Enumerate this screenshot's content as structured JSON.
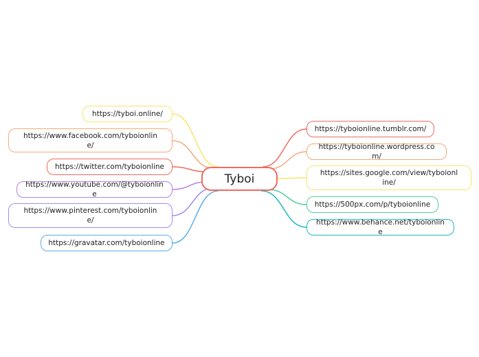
{
  "root": {
    "label": "Tyboi",
    "color": "#ef6a5f"
  },
  "left_links": [
    {
      "label": "https://tyboi.online/",
      "color": "#f9e46a"
    },
    {
      "label": "https://www.facebook.com/tyboionline/",
      "color": "#f5a97a"
    },
    {
      "label": "https://twitter.com/tyboionline",
      "color": "#ef6a5f"
    },
    {
      "label": "https://www.youtube.com/@tyboionline",
      "color": "#b77ee6"
    },
    {
      "label": "https://www.pinterest.com/tyboionline/",
      "color": "#a78bef"
    },
    {
      "label": "https://gravatar.com/tyboionline",
      "color": "#5aaee6"
    }
  ],
  "right_links": [
    {
      "label": "https://tyboionline.tumblr.com/",
      "color": "#ef6a5f"
    },
    {
      "label": "https://tyboionline.wordpress.com/",
      "color": "#f5a97a"
    },
    {
      "label": "https://sites.google.com/view/tyboionline/",
      "color": "#f9e46a"
    },
    {
      "label": "https://500px.com/p/tyboionline",
      "color": "#4fcf9a"
    },
    {
      "label": "https://www.behance.net/tyboionline",
      "color": "#1fb8bf"
    }
  ]
}
